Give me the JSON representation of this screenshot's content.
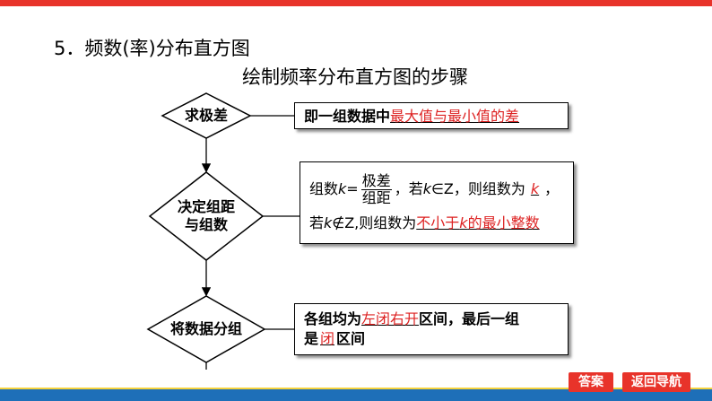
{
  "heading": {
    "section_title": "5．频数(率)分布直方图",
    "subtitle": "绘制频率分布直方图的步骤"
  },
  "steps": [
    {
      "label": "求极差"
    },
    {
      "label_line1": "决定组距",
      "label_line2": "与组数"
    },
    {
      "label": "将数据分组"
    }
  ],
  "box1": {
    "prefix": "即一组数据中",
    "blank": "最大值与最小值的差"
  },
  "box2": {
    "line1_a": "组数",
    "var_k": "k",
    "eq": "=",
    "frac_num": "极差",
    "frac_den": "组距",
    "line1_b": "，若",
    "line1_c": "∈Z，则组数为",
    "blank1": "k",
    "line1_end": "，",
    "line2_a": "若",
    "line2_b": "∉Z,则组数为",
    "blank2_a": "不小于",
    "blank2_b": "的最小整数"
  },
  "box3": {
    "line1_a": "各组均为",
    "blank1": "左闭右开",
    "line1_b": "区间，最后一组",
    "line2_a": "是",
    "blank2": "闭",
    "line2_b": "区间"
  },
  "nav": {
    "answer": "答案",
    "back": "返回导航"
  },
  "colors": {
    "accent_red": "#e8332a",
    "bar_blue": "#1e6fb8",
    "blank_red": "#d22222"
  }
}
